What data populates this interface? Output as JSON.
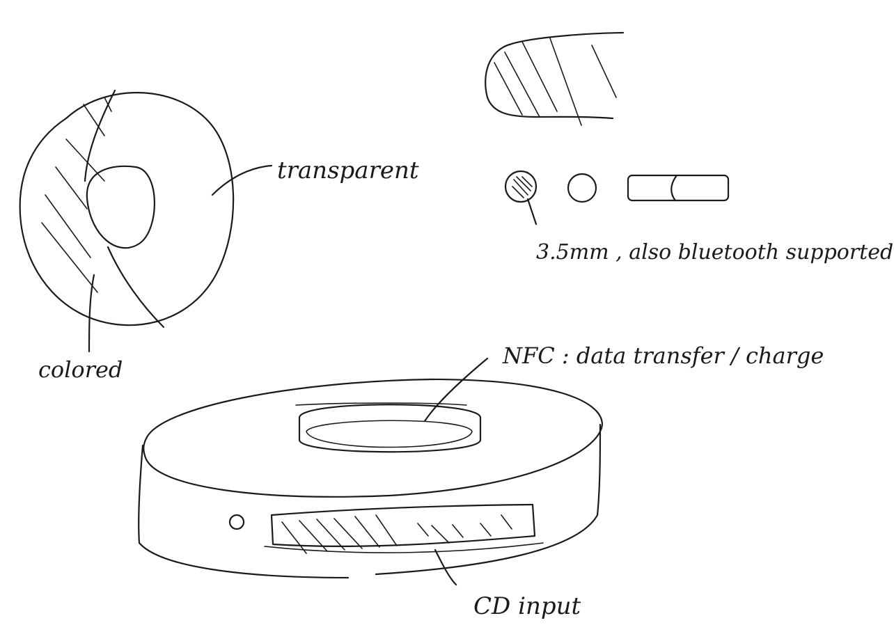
{
  "labels": {
    "transparent": "transparent",
    "colored": "colored",
    "audio_jack": "3.5mm , also bluetooth supported",
    "nfc": "NFC : data transfer / charge",
    "cd_input": "CD input"
  },
  "colors": {
    "ink": "#1a1a1a",
    "paper": "#ffffff"
  }
}
